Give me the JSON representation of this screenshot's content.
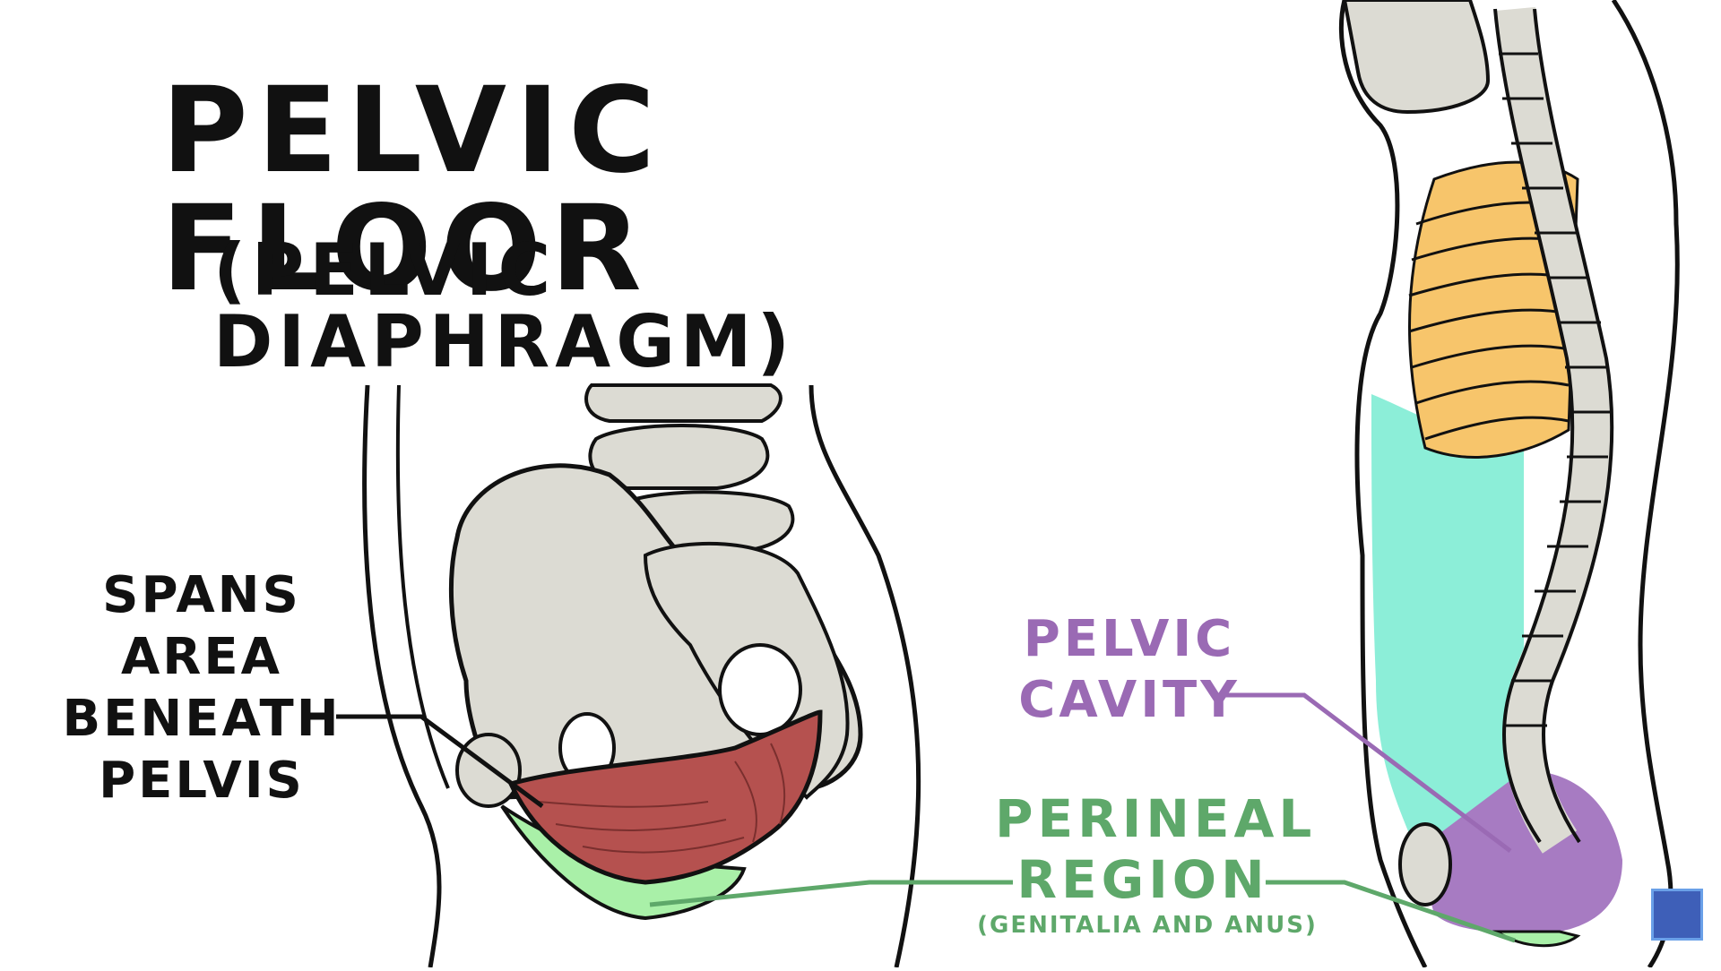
{
  "title": "PELVIC FLOOR",
  "subtitle": "(PELVIC DIAPHRAGM)",
  "labels": {
    "spans": [
      "SPANS",
      "AREA",
      "BENEATH",
      "PELVIS"
    ],
    "pelvic_cavity": [
      "PELVIC",
      "CAVITY"
    ],
    "perineal_region": [
      "PERINEAL",
      "REGION"
    ],
    "perineal_note": "(GENITALIA AND ANUS)"
  },
  "colors": {
    "outline": "#111111",
    "bone": "#dcdbd3",
    "muscle": "#b5514f",
    "perineal": "#5ea86a",
    "perineal_fill": "#a9f0a8",
    "cavity": "#9a6ab4",
    "cavity_fill": "#a77bc2",
    "abdomen_fill": "#8ceed8",
    "ribs_fill": "#f7c56b"
  },
  "icons": [
    "logo-icon"
  ]
}
